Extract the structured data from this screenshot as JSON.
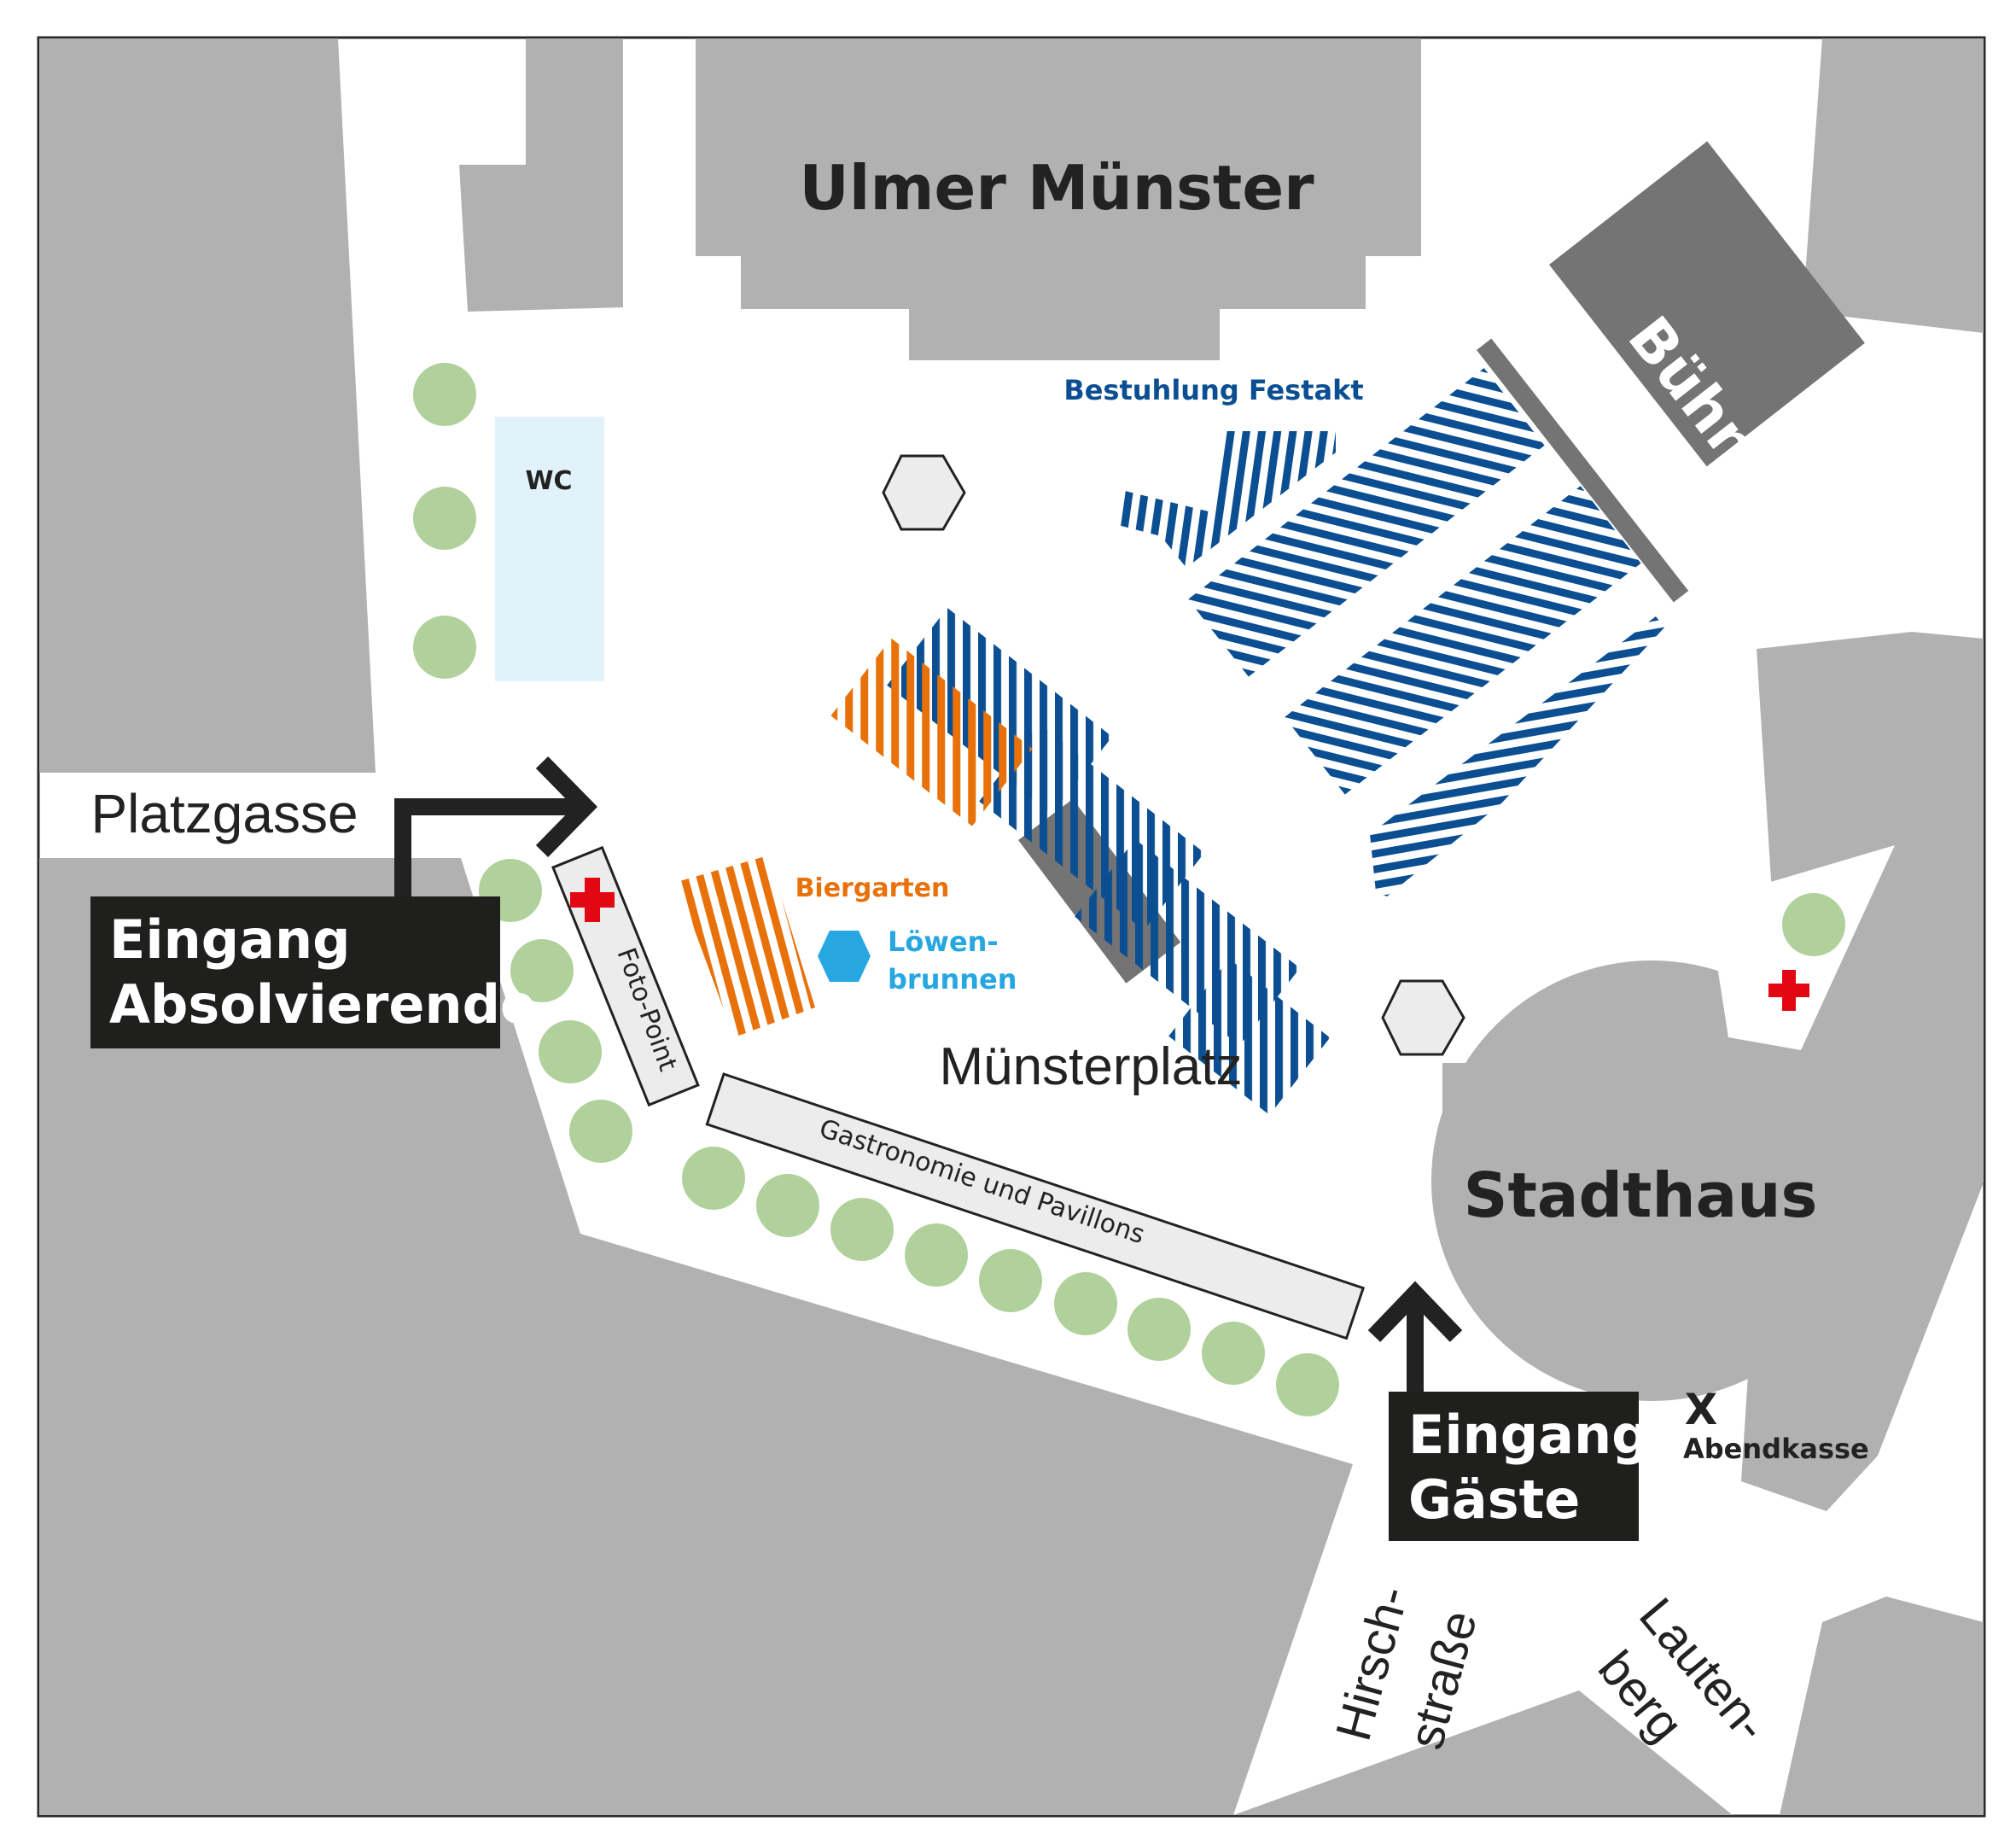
{
  "map": {
    "landmarks": {
      "cathedral": "Ulmer Münster",
      "stage": "Bühne",
      "town_hall": "Stadthaus",
      "square": "Münsterplatz"
    },
    "streets": {
      "platzgasse": "Platzgasse",
      "hirschstrasse_1": "Hirsch-",
      "hirschstrasse_2": "straße",
      "lautenberg_1": "Lauten-",
      "lautenberg_2": "berg"
    },
    "facilities": {
      "wc": "WC",
      "seating": "Bestuhlung Festakt",
      "beer_garden": "Biergarten",
      "fountain_1": "Löwen-",
      "fountain_2": "brunnen",
      "photo_point": "Foto-Point",
      "gastronomy": "Gastronomie und Pavillons",
      "box_office_mark": "X",
      "box_office": "Abendkasse"
    },
    "entrances": {
      "graduates_1": "Eingang",
      "graduates_2": "Absolvierende",
      "guests_1": "Eingang",
      "guests_2": "Gäste"
    },
    "colors": {
      "building": "#b1b1b1",
      "building_dark": "#747474",
      "seating": "#0b4f92",
      "beer_garden": "#e8710a",
      "fountain": "#27a7e1",
      "trees": "#b0d19b",
      "wc": "#e2f2fb",
      "first_aid": "#e30613",
      "entrance_box": "#1f1f1e",
      "pavilion": "#ececec"
    },
    "icons": {
      "first_aid": "red-cross-icon",
      "fountain": "hexagon-icon",
      "kiosk": "hexagon-icon",
      "entrance_direction": "arrow-icon",
      "tree": "tree-icon"
    }
  }
}
